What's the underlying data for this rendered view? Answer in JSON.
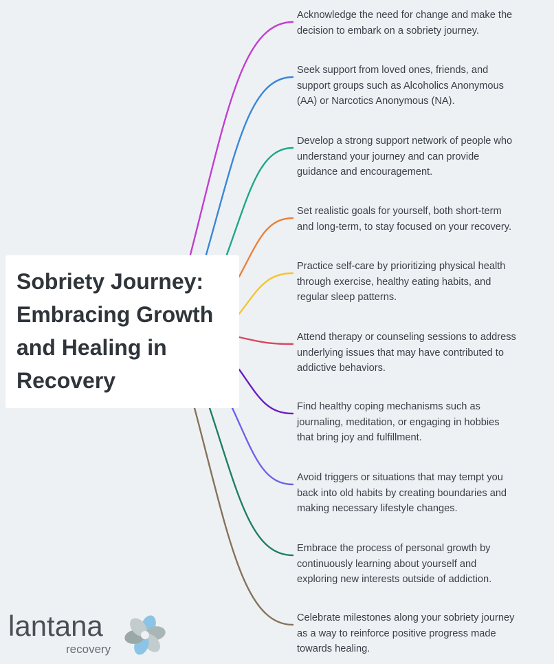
{
  "title": "Sobriety Journey: Embracing Growth and Healing in Recovery",
  "title_lines": [
    "Sobriety Journey:",
    "Embracing Growth",
    "and Healing in",
    "Recovery"
  ],
  "branches": [
    {
      "lines": [
        "Acknowledge the need for change and make the",
        "decision to embark on a sobriety journey."
      ],
      "color": "#c03fd0"
    },
    {
      "lines": [
        "Seek support from loved ones, friends, and",
        "support groups such as Alcoholics Anonymous",
        "(AA) or Narcotics Anonymous (NA)."
      ],
      "color": "#3a86d8"
    },
    {
      "lines": [
        "Develop a strong support network of people who",
        "understand your journey and can provide",
        "guidance and encouragement."
      ],
      "color": "#1fa68a"
    },
    {
      "lines": [
        "Set realistic goals for yourself, both short-term",
        "and long-term, to stay focused on your recovery."
      ],
      "color": "#e8823a"
    },
    {
      "lines": [
        "Practice self-care by prioritizing physical health",
        "through exercise, healthy eating habits, and",
        "regular sleep patterns."
      ],
      "color": "#f2c531"
    },
    {
      "lines": [
        "Attend therapy or counseling sessions to address",
        "underlying issues that may have contributed to",
        "addictive behaviors."
      ],
      "color": "#d8465e"
    },
    {
      "lines": [
        "Find healthy coping mechanisms such as",
        "journaling, meditation, or engaging in hobbies",
        "that bring joy and fulfillment."
      ],
      "color": "#6a1fc0"
    },
    {
      "lines": [
        "Avoid triggers or situations that may tempt you",
        "back into old habits by creating boundaries and",
        "making necessary lifestyle changes."
      ],
      "color": "#6b63e8"
    },
    {
      "lines": [
        "Embrace the process of personal growth by",
        "continuously learning about yourself and",
        "exploring new interests outside of addiction."
      ],
      "color": "#1e7f62"
    },
    {
      "lines": [
        "Celebrate milestones along your sobriety journey",
        "as a way to reinforce positive progress made",
        "towards healing."
      ],
      "color": "#85735a"
    }
  ],
  "logo": {
    "word": "lantana",
    "sub": "recovery"
  }
}
